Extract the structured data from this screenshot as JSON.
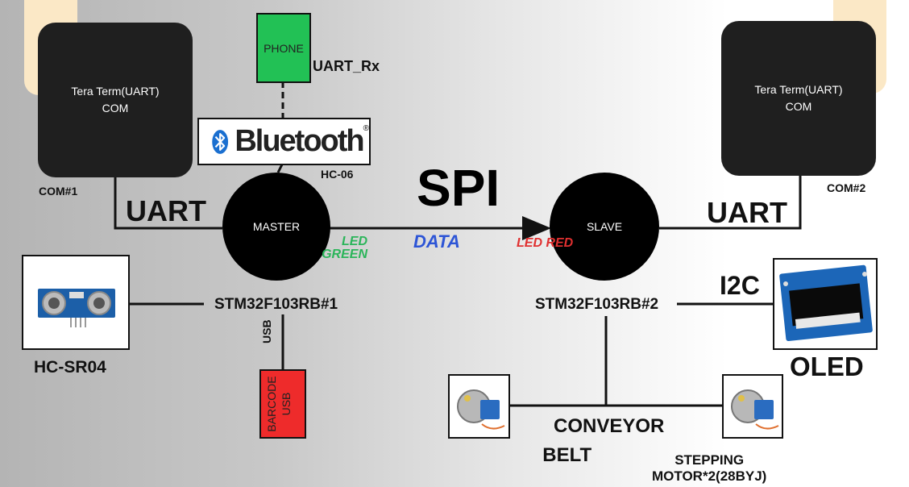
{
  "nodes": {
    "phone": "PHONE",
    "uart_rx": "UART_Rx",
    "bluetooth": "Bluetooth",
    "bluetooth_registered": "®",
    "hc06": "HC-06",
    "terminal_left": {
      "line1": "Tera Term(UART)",
      "line2": "COM"
    },
    "terminal_right": {
      "line1": "Tera Term(UART)",
      "line2": "COM"
    },
    "com1": "COM#1",
    "com2": "COM#2",
    "uart_left": "UART",
    "uart_right": "UART",
    "spi": "SPI",
    "master": "MASTER",
    "slave": "SLAVE",
    "led_green": {
      "line1": "LED",
      "line2": "GREEN"
    },
    "data": "DATA",
    "led_red": "LED RED",
    "stm1": "STM32F103RB#1",
    "stm2": "STM32F103RB#2",
    "i2c": "I2C",
    "oled": "OLED",
    "hcsr04": "HC-SR04",
    "usb": "USB",
    "barcode": {
      "line1": "BARCODE",
      "line2": "USB"
    },
    "conveyor": {
      "line1": "CONVEYOR",
      "line2": "BELT"
    },
    "stepping": {
      "line1": "STEPPING",
      "line2": "MOTOR*2(28BYJ)"
    }
  },
  "colors": {
    "phone_box": "#22c155",
    "barcode_box": "#ee2b2b",
    "led_green": "#2bb55a",
    "data_blue": "#2d55d6",
    "led_red": "#e03030",
    "bluetooth_blue": "#1a6fd0"
  },
  "icons": {
    "bluetooth": "bluetooth-logo-icon",
    "sensor": "ultrasonic-sensor-icon",
    "oled": "oled-display-icon",
    "motor": "stepper-motor-icon"
  }
}
